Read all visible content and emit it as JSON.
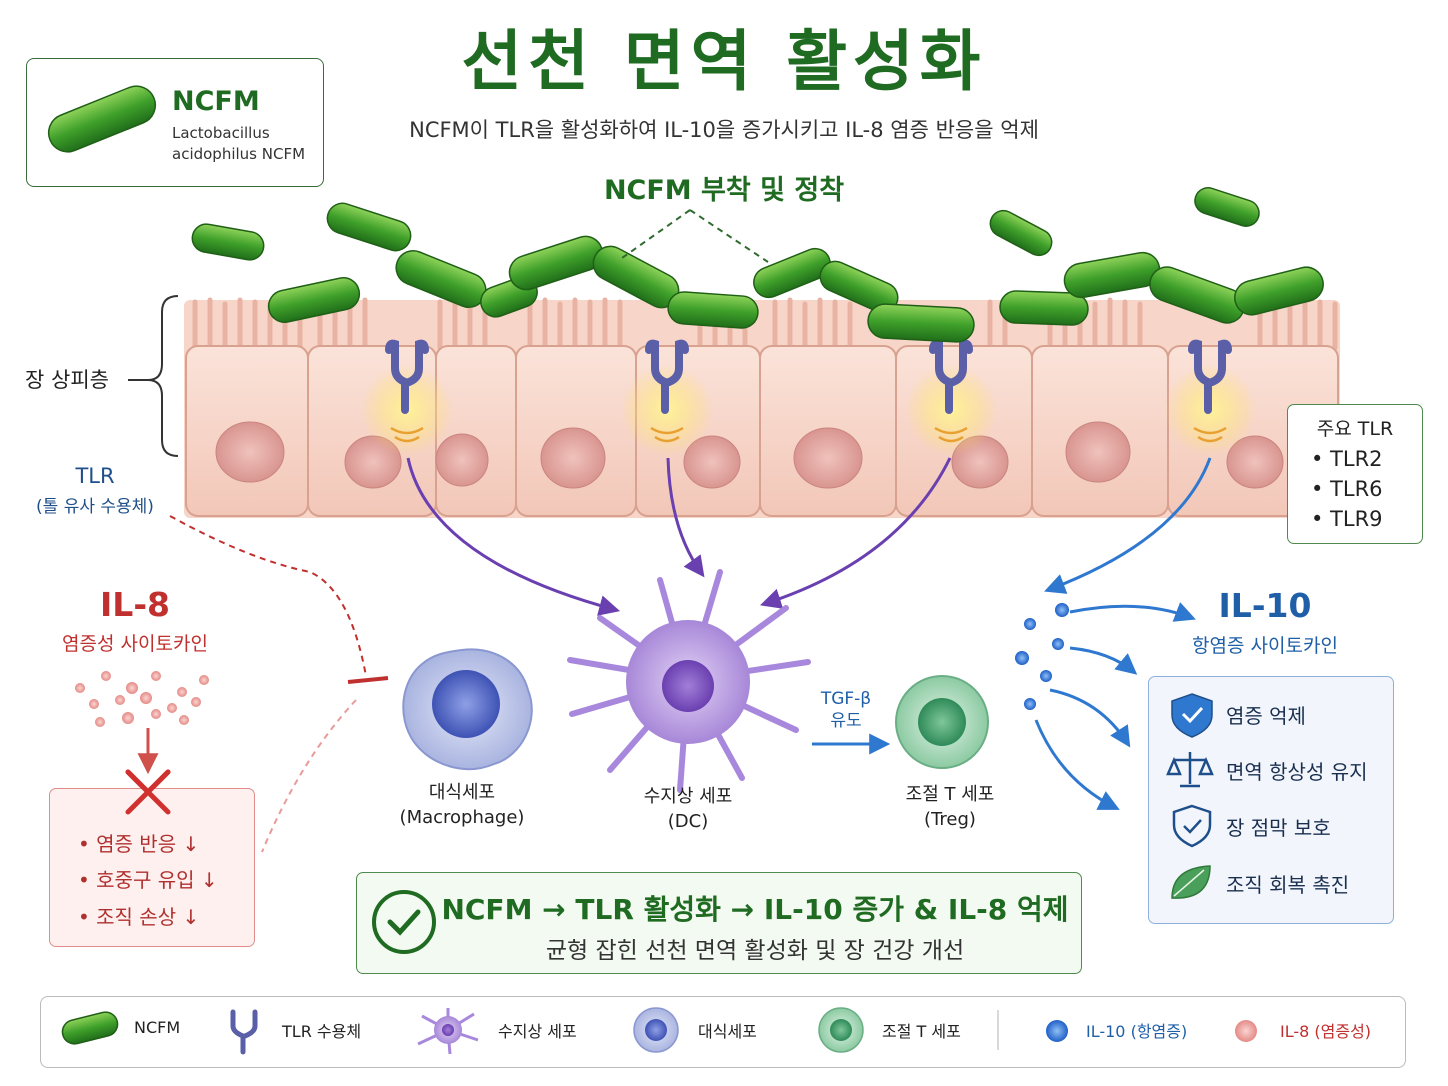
{
  "title": "선천 면역 활성화",
  "subtitle": "NCFM이 TLR을 활성화하여 IL-10을 증가시키고 IL-8 염증 반응을 억제",
  "ncfm_box": {
    "title": "NCFM",
    "line1": "Lactobacillus",
    "line2": "acidophilus NCFM"
  },
  "adhesion_label": "NCFM 부착 및 정착",
  "epithelium_label": "장 상피층",
  "tlr": {
    "label": "TLR",
    "sublabel": "(톨 유사 수용체)"
  },
  "tlr_list": {
    "title": "주요 TLR",
    "items": [
      "• TLR2",
      "• TLR6",
      "• TLR9"
    ]
  },
  "il8": {
    "title": "IL-8",
    "subtitle": "염증성 사이토카인",
    "effects": [
      "• 염증 반응 ↓",
      "• 호중구 유입 ↓",
      "• 조직 손상 ↓"
    ]
  },
  "il10": {
    "title": "IL-10",
    "subtitle": "항염증 사이토카인",
    "effects": [
      "염증 억제",
      "면역 항상성 유지",
      "장 점막 보호",
      "조직 회복 촉진"
    ]
  },
  "cells": {
    "macrophage": {
      "name": "대식세포",
      "latin": "(Macrophage)"
    },
    "dc": {
      "name": "수지상 세포",
      "latin": "(DC)"
    },
    "treg": {
      "name": "조절 T 세포",
      "latin": "(Treg)"
    }
  },
  "tgfb": {
    "line1": "TGF-β",
    "line2": "유도"
  },
  "summary": {
    "line1": "NCFM → TLR 활성화 → IL-10 증가 & IL-8 억제",
    "line2": "균형 잡힌 선천 면역 활성화 및 장 건강 개선"
  },
  "legend": [
    "NCFM",
    "TLR 수용체",
    "수지상 세포",
    "대식세포",
    "조절 T 세포",
    "IL-10 (항염증)",
    "IL-8 (염증성)"
  ],
  "colors": {
    "green": "#1f6b22",
    "il8_red": "#c0302e",
    "il10_blue": "#1f5fa8",
    "dc_purple": "#7a4fc0",
    "cell_pink": "#f6d3c6"
  }
}
